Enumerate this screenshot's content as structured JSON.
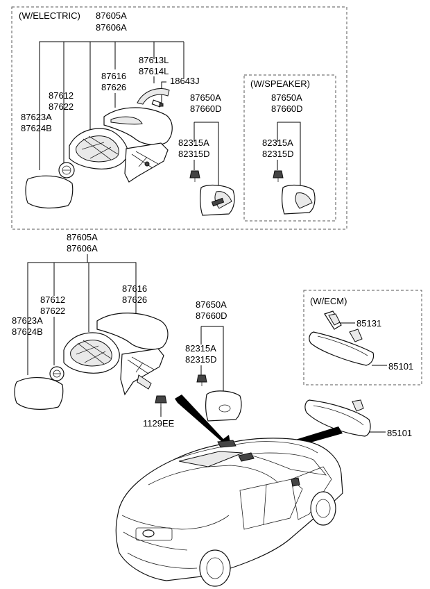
{
  "groups": {
    "electric": "(W/ELECTRIC)",
    "speaker": "(W/SPEAKER)",
    "ecm": "(W/ECM)"
  },
  "labels": {
    "e_mirror_1": "87605A",
    "e_mirror_2": "87606A",
    "e_cover_1": "87613L",
    "e_cover_2": "87614L",
    "e_lamp": "18643J",
    "e_cap_1": "87616",
    "e_cap_2": "87626",
    "e_actuator_1": "87612",
    "e_actuator_2": "87622",
    "e_glass_1": "87623A",
    "e_glass_2": "87624B",
    "e_garnish_1": "87650A",
    "e_garnish_2": "87660D",
    "e_clip_1": "82315A",
    "e_clip_2": "82315D",
    "s_garnish_1": "87650A",
    "s_garnish_2": "87660D",
    "s_clip_1": "82315A",
    "s_clip_2": "82315D",
    "m_mirror_1": "87605A",
    "m_mirror_2": "87606A",
    "m_actuator_1": "87612",
    "m_actuator_2": "87622",
    "m_cap_1": "87616",
    "m_cap_2": "87626",
    "m_glass_1": "87623A",
    "m_glass_2": "87624B",
    "m_garnish_1": "87650A",
    "m_garnish_2": "87660D",
    "m_clip_1": "82315A",
    "m_clip_2": "82315D",
    "m_bolt": "1129EE",
    "ecm_cover": "85131",
    "ecm_mirror": "85101",
    "inside_mirror": "85101"
  }
}
